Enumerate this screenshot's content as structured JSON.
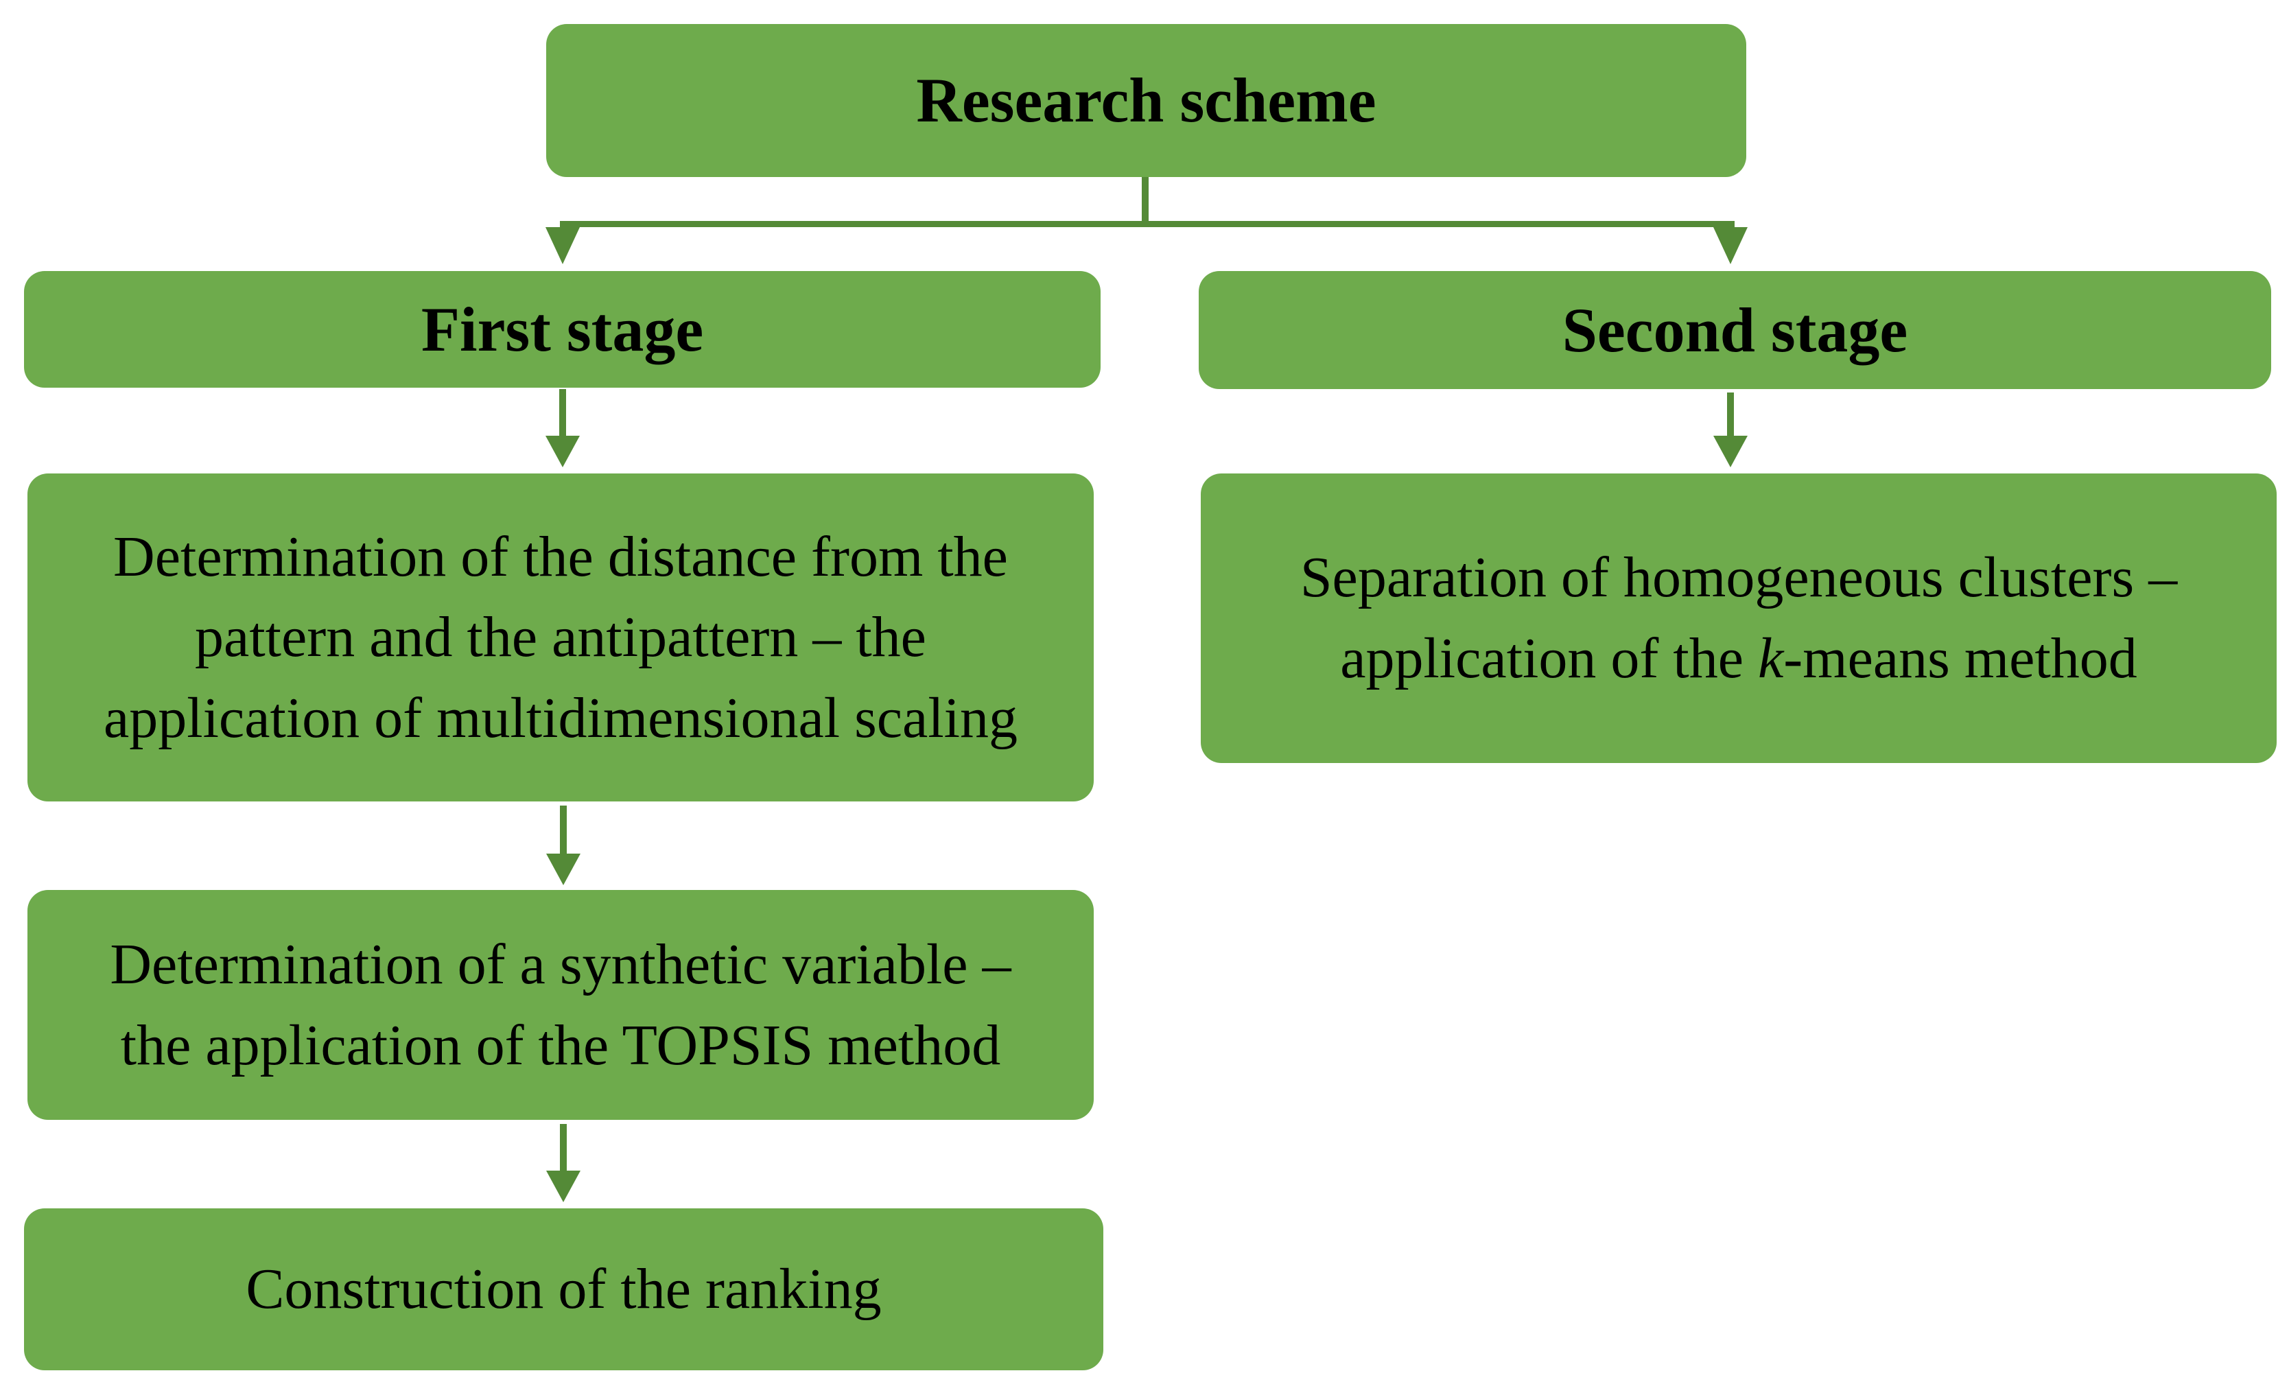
{
  "colors": {
    "box_fill": "#6EAB4C",
    "connector": "#548A37",
    "text": "#000000",
    "background": "#FFFFFF"
  },
  "root": {
    "label": "Research scheme"
  },
  "first_stage": {
    "label": "First stage",
    "steps": [
      {
        "text": "Determination of the distance from the\npattern and the antipattern – the\napplication of multidimensional scaling"
      },
      {
        "text": "Determination of a synthetic variable –\nthe application of the TOPSIS method"
      },
      {
        "text": "Construction of the ranking"
      }
    ]
  },
  "second_stage": {
    "label": "Second stage",
    "steps": [
      {
        "line1": "Separation of homogeneous clusters –",
        "line2_before": "application of the ",
        "line2_italic": "k",
        "line2_after": "-means method"
      }
    ]
  }
}
